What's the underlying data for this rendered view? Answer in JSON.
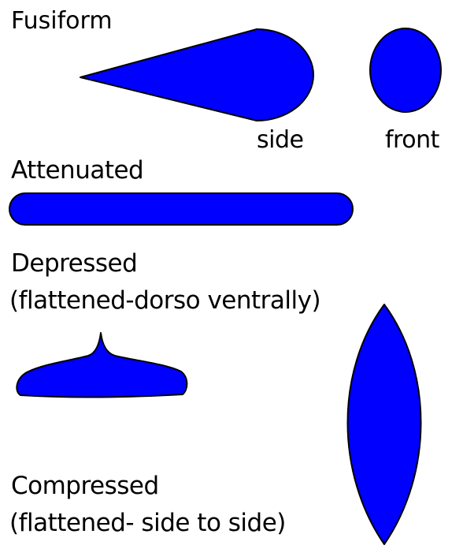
{
  "labels": {
    "fusiform": "Fusiform",
    "side": "side",
    "front": "front",
    "attenuated": "Attenuated",
    "depressed": "Depressed",
    "depressed_note": "(flattened-dorso ventrally)",
    "compressed": "Compressed",
    "compressed_note": "(flattened- side to side)"
  },
  "colors": {
    "shape_fill": "#0000ff",
    "shape_stroke": "#000000",
    "text": "#000000",
    "background": "#ffffff"
  }
}
